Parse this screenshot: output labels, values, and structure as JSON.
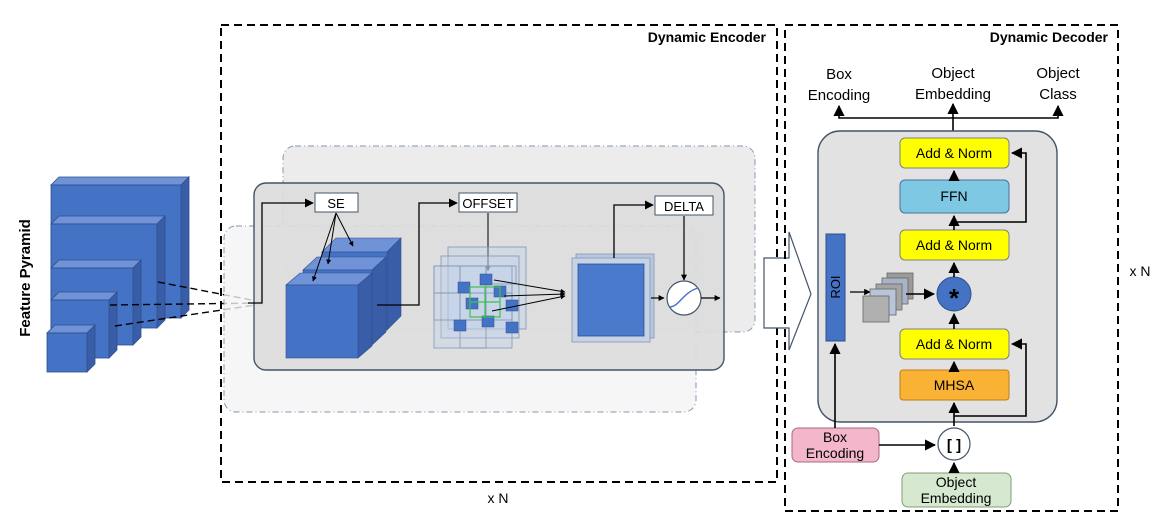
{
  "feature_pyramid": {
    "label": "Feature Pyramid"
  },
  "encoder": {
    "title": "Dynamic Encoder",
    "repeat": "x N",
    "se_label": "SE",
    "offset_label": "OFFSET",
    "delta_label": "DELTA"
  },
  "decoder": {
    "title": "Dynamic Decoder",
    "repeat": "x N",
    "outputs": {
      "box_encoding": [
        "Box",
        "Encoding"
      ],
      "object_embedding": [
        "Object",
        "Embedding"
      ],
      "object_class": [
        "Object",
        "Class"
      ]
    },
    "roi_label": "ROI",
    "add_norm_top": "Add & Norm",
    "ffn": "FFN",
    "add_norm_mid": "Add & Norm",
    "conv_symbol": "*",
    "add_norm_low": "Add & Norm",
    "mhsa": "MHSA",
    "concat_symbol": "[ ]",
    "input_box_encoding": [
      "Box",
      "Encoding"
    ],
    "input_object_embedding": [
      "Object",
      "Embedding"
    ]
  },
  "colors": {
    "cube_blue": "#4472c4",
    "yellow": "#ffff00",
    "ffn_blue": "#7ec8e3",
    "mhsa_orange": "#f9b233",
    "pink": "#f4b6cb",
    "green": "#d6e8d0"
  }
}
